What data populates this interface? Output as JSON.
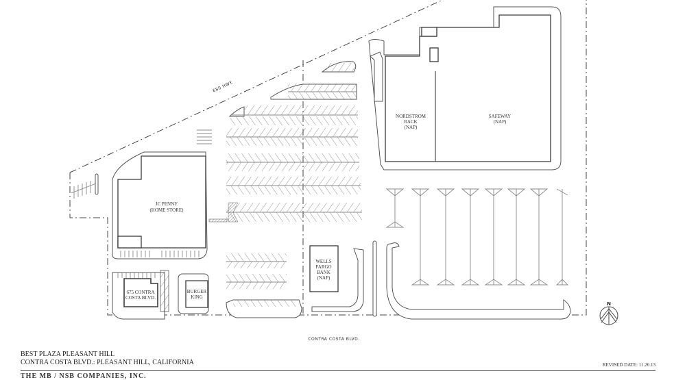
{
  "plan": {
    "highway_label": "680 HWY.",
    "street_label": "CONTRA COSTA BLVD.",
    "north_label": "N"
  },
  "tenants": {
    "jc_penny": {
      "line1": "JC PENNY",
      "line2": "(HOME STORE)"
    },
    "nordstrom": {
      "line1": "NORDSTROM",
      "line2": "RACK",
      "line3": "(NAP)"
    },
    "safeway": {
      "line1": "SAFEWAY",
      "line2": "(NAP)"
    },
    "wells_fargo": {
      "line1": "WELLS",
      "line2": "FARGO",
      "line3": "BANK",
      "line4": "(NAP)"
    },
    "contra_675": {
      "line1": "675 CONTRA",
      "line2": "COSTA BLVD."
    },
    "burger_king": {
      "line1": "BURGER",
      "line2": "KING"
    }
  },
  "title_block": {
    "name": "BEST PLAZA PLEASANT HILL",
    "address": "CONTRA COSTA BLVD.: PLEASANT HILL, CALIFORNIA",
    "revised": "REVISED DATE: 11.26.13",
    "company": "THE MB / NSB COMPANIES, INC."
  }
}
